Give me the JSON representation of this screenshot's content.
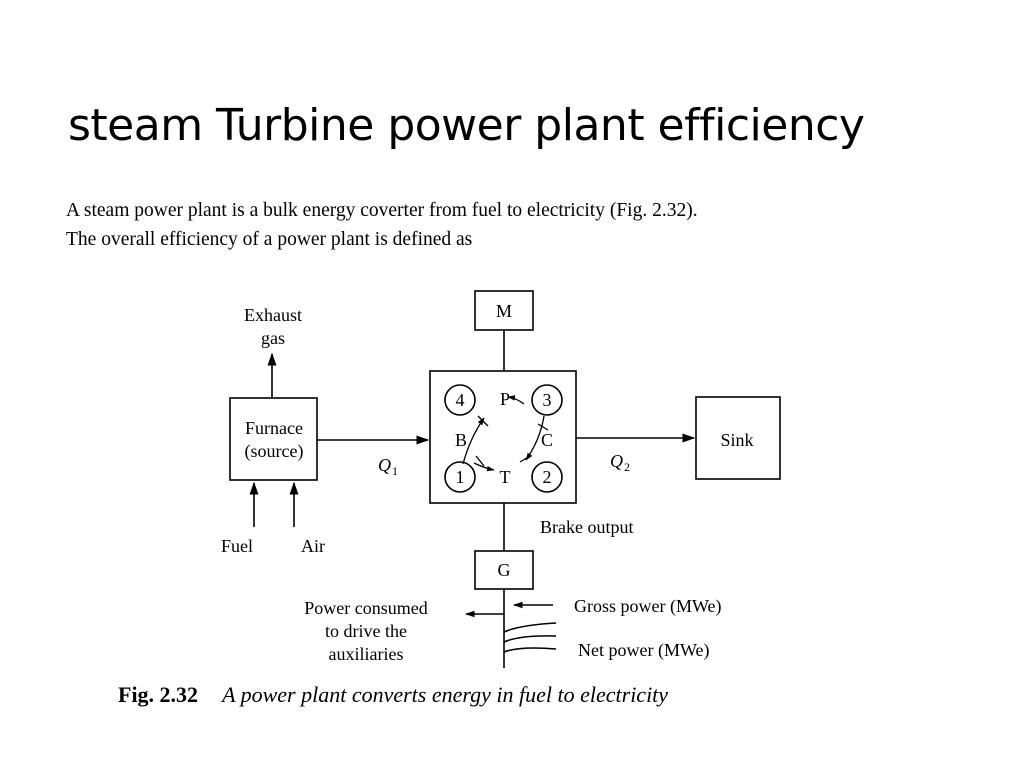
{
  "slide": {
    "title": "steam Turbine power plant efficiency",
    "intro_line1": "A steam power plant is a bulk energy coverter from fuel to electricity (Fig. 2.32).",
    "intro_line2": "The overall efficiency of a power plant is defined as"
  },
  "diagram": {
    "exhaust_line1": "Exhaust",
    "exhaust_line2": "gas",
    "furnace_line1": "Furnace",
    "furnace_line2": "(source)",
    "fuel": "Fuel",
    "air": "Air",
    "q1": "Q",
    "q1_sub": "1",
    "q2": "Q",
    "q2_sub": "2",
    "m_box": "M",
    "g_box": "G",
    "sink": "Sink",
    "state_1": "1",
    "state_2": "2",
    "state_3": "3",
    "state_4": "4",
    "comp_p": "P",
    "comp_b": "B",
    "comp_c": "C",
    "comp_t": "T",
    "brake_output": "Brake output",
    "gross_power": "Gross power (MWe)",
    "net_power": "Net power (MWe)",
    "aux_line1": "Power consumed",
    "aux_line2": "to drive the",
    "aux_line3": "auxiliaries"
  },
  "caption": {
    "fig_number": "Fig. 2.32",
    "fig_text": "A power plant converts energy in fuel to electricity"
  }
}
